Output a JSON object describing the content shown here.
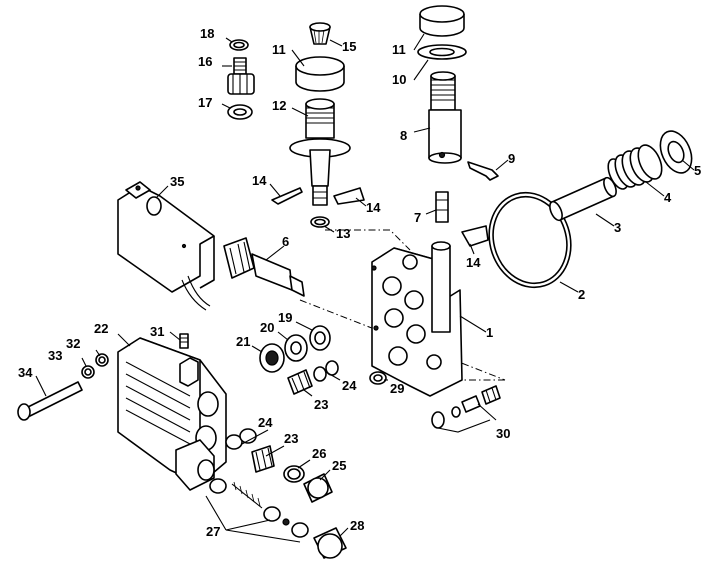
{
  "labels": {
    "p1": "1",
    "p2": "2",
    "p3": "3",
    "p4": "4",
    "p5": "5",
    "p6": "6",
    "p7": "7",
    "p8": "8",
    "p9": "9",
    "p10": "10",
    "p11a": "11",
    "p11b": "11",
    "p12": "12",
    "p13": "13",
    "p14a": "14",
    "p14b": "14",
    "p14c": "14",
    "p15": "15",
    "p16": "16",
    "p17": "17",
    "p18": "18",
    "p19": "19",
    "p20": "20",
    "p21": "21",
    "p22": "22",
    "p23a": "23",
    "p23b": "23",
    "p24a": "24",
    "p24b": "24",
    "p25": "25",
    "p26": "26",
    "p27": "27",
    "p28": "28",
    "p29": "29",
    "p30": "30",
    "p31": "31",
    "p32": "32",
    "p33": "33",
    "p34": "34",
    "p35": "35"
  }
}
